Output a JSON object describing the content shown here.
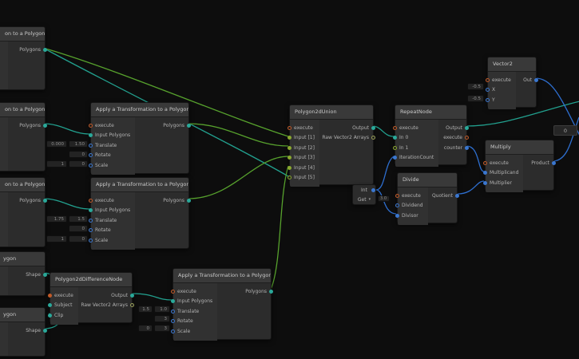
{
  "colors": {
    "canvas_bg": "#0d0d0d",
    "node_bg": "#2c2c2c",
    "title_bg": "#393939",
    "wire_teal": "#22a18f",
    "wire_green": "#57a22d",
    "wire_blue": "#2e6fd0",
    "port_orange": "#c25a28",
    "port_teal": "#2aa99a",
    "port_green": "#8aa830",
    "port_blue": "#3b77cf"
  },
  "nodes": {
    "offscreen_apply_top": {
      "title": "on to a Polygon",
      "output_label": "Polygons"
    },
    "offscreen_apply_mid": {
      "title": "on to a Polygon",
      "output_label": "Polygons"
    },
    "offscreen_apply_bottom": {
      "title": "on to a Polygon",
      "output_label": "Polygons"
    },
    "offscreen_polygon_top": {
      "title": "ygon",
      "output_label": "Shape"
    },
    "offscreen_polygon_bottom": {
      "title": "ygon",
      "output_label": "Shape"
    },
    "apply_1": {
      "title": "Apply a Transformation to a Polygon",
      "inputs": [
        "execute",
        "Input Polygons",
        "Translate",
        "Rotate",
        "Scale"
      ],
      "output_label": "Polygons",
      "values": {
        "translate_x": "0.000",
        "translate_y": "1.50",
        "rotate": "0",
        "scale_x": "1",
        "scale_y": "0"
      }
    },
    "apply_2": {
      "title": "Apply a Transformation to a Polygon",
      "inputs": [
        "execute",
        "Input Polygons",
        "Translate",
        "Rotate",
        "Scale"
      ],
      "output_label": "Polygons",
      "values": {
        "translate_x": "1.75",
        "translate_y": "1.5",
        "rotate": "0",
        "scale_x": "1",
        "scale_y": "0"
      }
    },
    "apply_3": {
      "title": "Apply a Transformation to a Polygon",
      "inputs": [
        "execute",
        "Input Polygons",
        "Translate",
        "Rotate",
        "Scale"
      ],
      "output_label": "Polygons",
      "values": {
        "translate_x": "1.5",
        "translate_y": "1.0",
        "rotate": "3",
        "scale_x": "0",
        "scale_y": "3"
      }
    },
    "union": {
      "title": "Polygon2dUnion",
      "inputs": [
        "execute",
        "Input [1]",
        "Input [2]",
        "Input [3]",
        "Input [4]",
        "Input [5]"
      ],
      "outputs": [
        "Output",
        "Raw Vector2 Arrays"
      ]
    },
    "repeat": {
      "title": "RepeatNode",
      "inputs": [
        "execute",
        "In 0",
        "In 1",
        "IterationCount"
      ],
      "outputs": [
        "Output",
        "execute",
        "counter"
      ]
    },
    "vector2": {
      "title": "Vector2",
      "inputs": [
        "execute",
        "X",
        "Y"
      ],
      "output_label": "Out",
      "values": {
        "x": "-0.5",
        "y": "-0.5"
      }
    },
    "multiply": {
      "title": "Multiply",
      "inputs": [
        "execute",
        "Multiplicand",
        "Multiplier"
      ],
      "output_label": "Product"
    },
    "divide": {
      "title": "Divide",
      "inputs": [
        "execute",
        "Dividend",
        "Divisor"
      ],
      "output_label": "Quotient",
      "divisor_value": "3.0"
    },
    "int_get": {
      "type_label": "Int",
      "action_label": "Get"
    },
    "difference": {
      "title": "Polygon2dDifferenceNode",
      "inputs": [
        "execute",
        "Subject",
        "Clip"
      ],
      "outputs": [
        "Output",
        "Raw Vector2 Arrays"
      ]
    }
  },
  "floating_value": "0"
}
